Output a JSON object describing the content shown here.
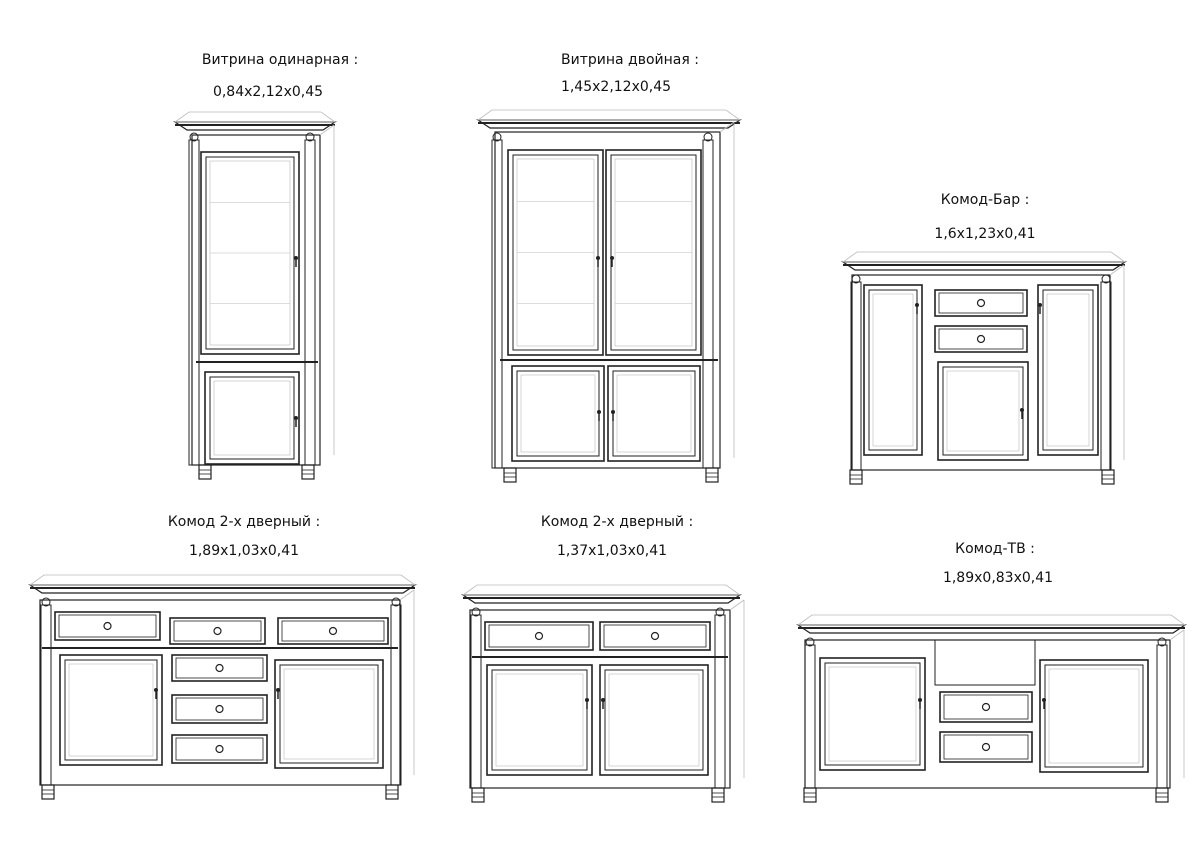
{
  "items": [
    {
      "name": "Витрина одинарная :",
      "size": "0,84x2,12x0,45"
    },
    {
      "name": "Витрина двойная :",
      "size": "1,45x2,12x0,45"
    },
    {
      "name": "Комод-Бар :",
      "size": "1,6x1,23x0,41"
    },
    {
      "name": "Комод 2-х дверный :",
      "size": "1,89x1,03x0,41"
    },
    {
      "name": "Комод 2-х дверный :",
      "size": "1,37x1,03x0,41"
    },
    {
      "name": "Комод-ТВ :",
      "size": "1,89x0,83x0,41"
    }
  ],
  "colors": {
    "line": "#222222",
    "light": "#bbbbbb"
  }
}
